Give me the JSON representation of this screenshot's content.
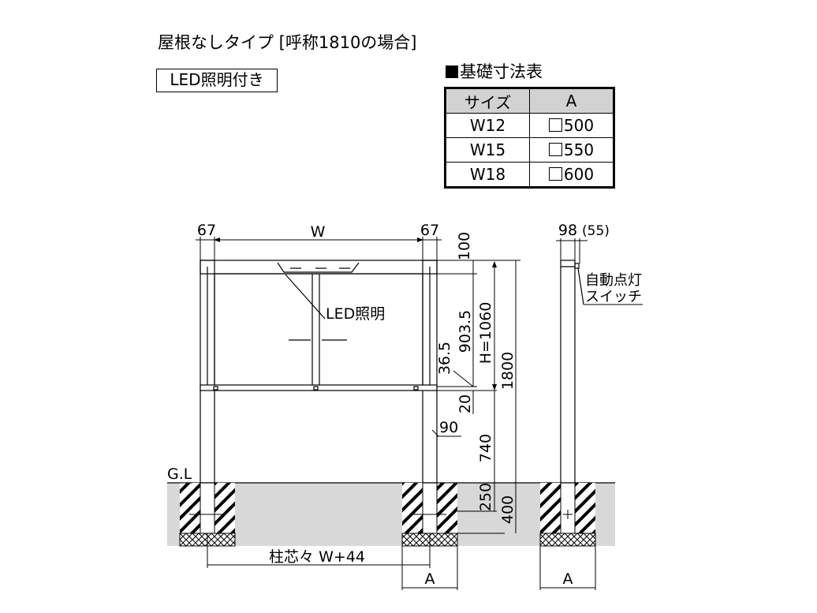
{
  "title": "屋根なしタイプ [呼称1810の場合]",
  "led_box_label": "LED照明付き",
  "table": {
    "title": "基礎寸法表",
    "headers": [
      "サイズ",
      "A"
    ],
    "rows": [
      {
        "size": "W12",
        "a": "500"
      },
      {
        "size": "W15",
        "a": "550"
      },
      {
        "size": "W18",
        "a": "600"
      }
    ]
  },
  "labels": {
    "dim_67_left": "67",
    "dim_w": "W",
    "dim_67_right": "67",
    "dim_100": "100",
    "dim_903_5": "903.5",
    "dim_h1060": "H=1060",
    "dim_1800": "1800",
    "dim_36_5": "36.5",
    "dim_20": "20",
    "dim_90": "90",
    "dim_740": "740",
    "dim_250": "250",
    "dim_400": "400",
    "led_light": "LED照明",
    "gl": "G.L",
    "pitch": "柱芯々 W+44",
    "a_front": "A",
    "a_side": "A",
    "dim_98": "98",
    "dim_55": "(55)",
    "auto_switch_1": "自動点灯",
    "auto_switch_2": "スイッチ"
  },
  "colors": {
    "ground": "#d8d8d8",
    "table_header": "#d2d2d2",
    "line": "#000000"
  }
}
